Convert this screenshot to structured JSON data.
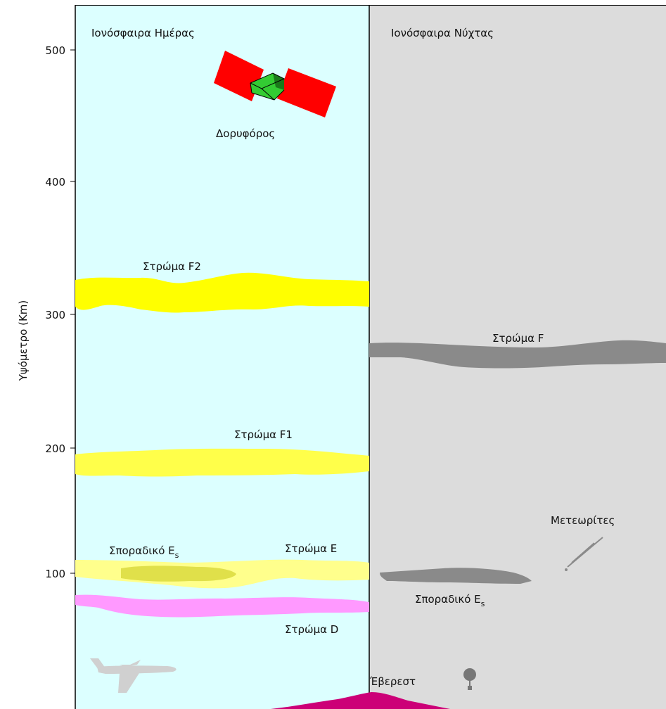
{
  "diagram": {
    "day_title": "Ιονόσφαιρα Ημέρας",
    "night_title": "Ιονόσφαιρα Νύχτας",
    "y_axis_label": "Υψόμετρο (Km)",
    "y_ticks": [
      "500",
      "400",
      "300",
      "200",
      "100"
    ],
    "labels": {
      "satellite": "Δορυφόρος",
      "layer_f2": "Στρώμα F2",
      "layer_f1": "Στρώμα F1",
      "sporadic_es_day": "Σποραδικό E",
      "sporadic_es_day_sub": "s",
      "layer_e": "Στρώμα E",
      "layer_d": "Στρώμα D",
      "layer_f_night": "Στρώμα F",
      "meteors": "Μετεωρίτες",
      "sporadic_es_night": "Σποραδικό E",
      "sporadic_es_night_sub": "s",
      "everest": "Έβερεστ"
    },
    "colors": {
      "day_bg": "#dcffff",
      "night_bg": "#dcdcdc",
      "layer_f2": "#ffff00",
      "layer_f1": "#ffff4a",
      "layer_e": "#ffff8c",
      "sporadic_es_day": "#e0e04a",
      "layer_d": "#ff99ff",
      "layer_f_night": "#8a8a8a",
      "sporadic_es_night": "#8a8a8a",
      "satellite_panels": "#ff0000",
      "satellite_body": "#33cc33",
      "everest": "#cc0077",
      "airplane": "#d0d0d0",
      "balloon": "#777777"
    },
    "icons": [
      "satellite-icon",
      "airplane-icon",
      "balloon-icon",
      "meteor-icon",
      "mountain-icon"
    ]
  }
}
